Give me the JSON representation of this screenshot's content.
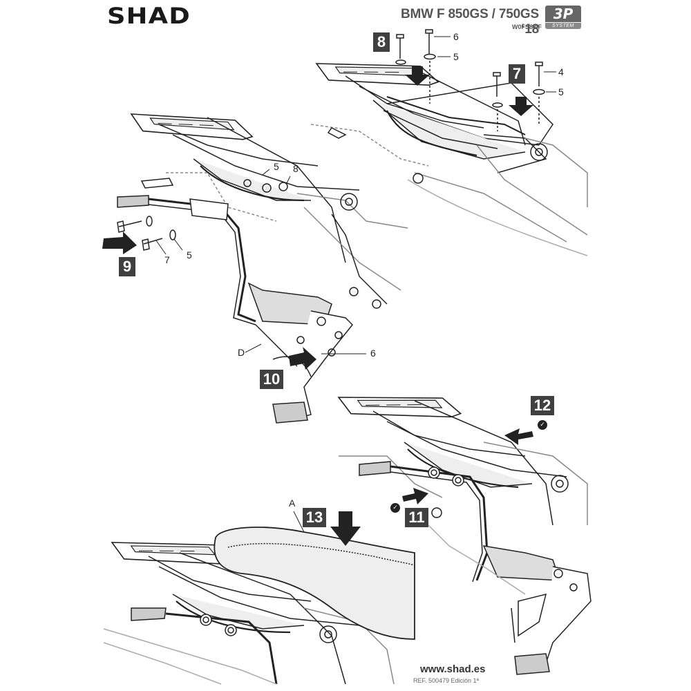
{
  "header": {
    "brand": "SHAD",
    "model": "BMW F 850GS / 750GS ‘18",
    "code": "W0FS88IF",
    "badge_main": "3P",
    "badge_sub": "SYSTEM"
  },
  "steps": {
    "s7": "7",
    "s8": "8",
    "s9": "9",
    "s10": "10",
    "s11": "11",
    "s12": "12",
    "s13": "13"
  },
  "callouts": {
    "c6_top": "6",
    "c5_top": "5",
    "c4_right": "4",
    "c5_right": "5",
    "c5_mid": "5",
    "c8_mid": "8",
    "c7_left": "7",
    "c5_left": "5",
    "cD": "D",
    "c6_low": "6",
    "cA": "A"
  },
  "footer": {
    "website": "www.shad.es",
    "reference": "REF. 500479 Edición 1ª"
  },
  "icons": {
    "arrow": "arrow-icon",
    "check": "check-icon"
  },
  "colors": {
    "step_box": "#404040",
    "line": "#222222",
    "part_fill": "#d4d4d4"
  }
}
